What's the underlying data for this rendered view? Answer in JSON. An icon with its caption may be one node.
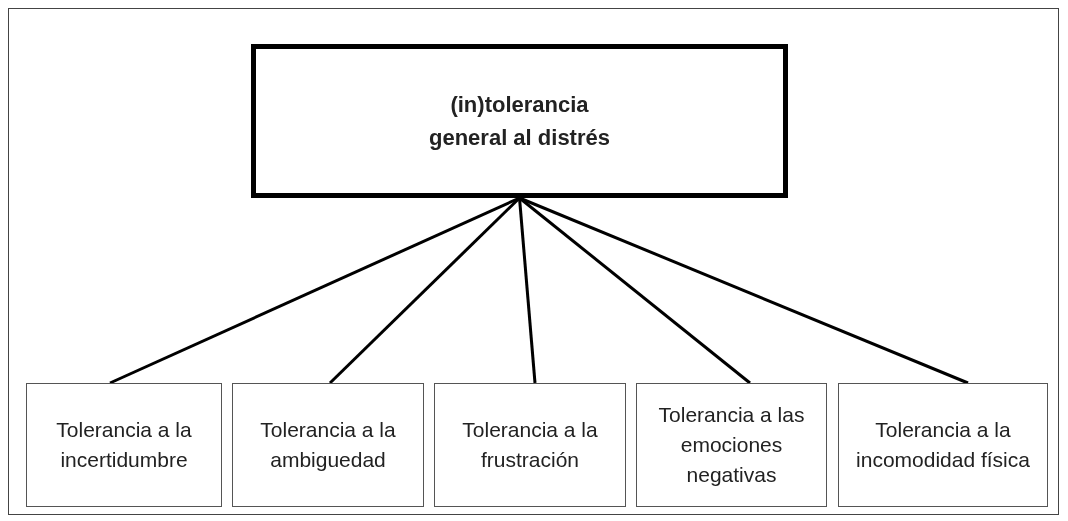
{
  "diagram": {
    "nodes": [
      {
        "text": [
          "(in)tolerancia general al distrés"
        ]
      },
      {
        "text": [
          "Tolerancia a la incertidumbre"
        ]
      },
      {
        "text": [
          "Tolerancia a la ambiguedad"
        ]
      },
      {
        "text": [
          "Tolerancia a la frustración"
        ]
      },
      {
        "text": [
          "Tolerancia a las emociones negativas"
        ]
      },
      {
        "text": [
          "Tolerancia a la incomodidad física"
        ]
      }
    ],
    "edges": [
      {
        "from": 0,
        "to": 1,
        "arrow": "none"
      },
      {
        "from": 0,
        "to": 2,
        "arrow": "none"
      },
      {
        "from": 0,
        "to": 3,
        "arrow": "none"
      },
      {
        "from": 0,
        "to": 4,
        "arrow": "none"
      },
      {
        "from": 0,
        "to": 5,
        "arrow": "none"
      }
    ]
  }
}
